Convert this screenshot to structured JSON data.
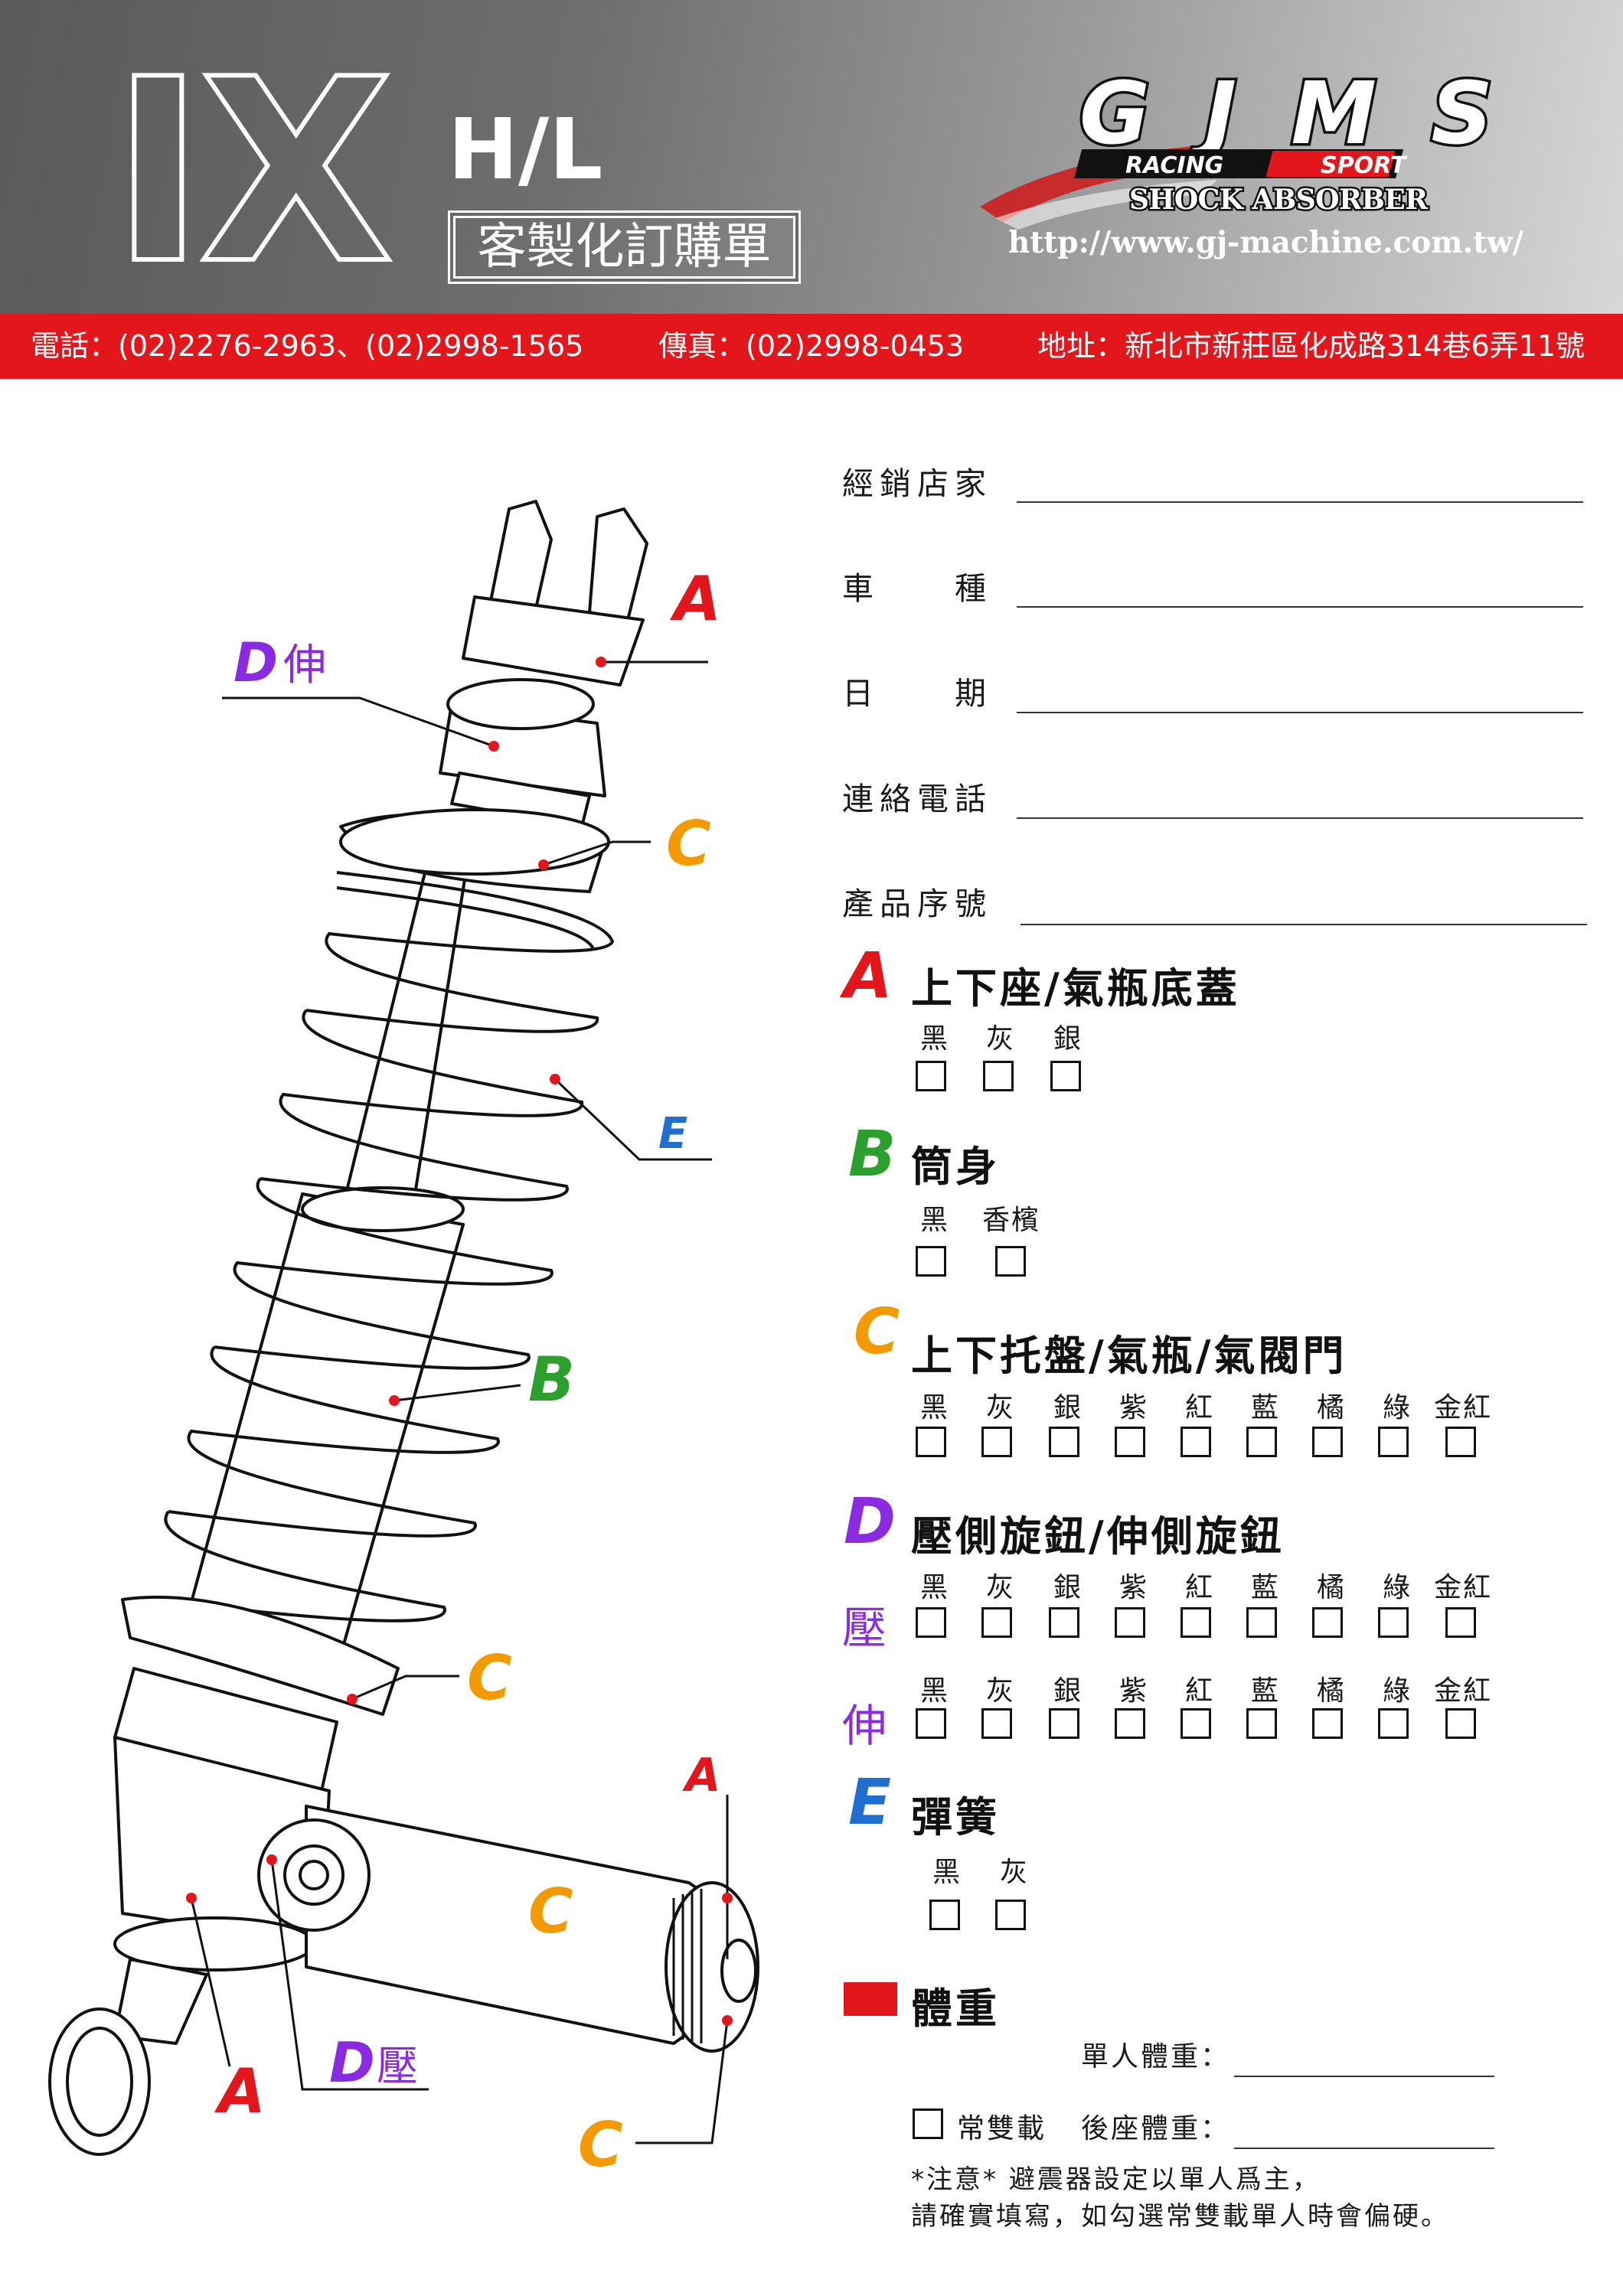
{
  "header": {
    "model": "IX",
    "variant": "H/L",
    "title": "客製化訂購單",
    "url": "http://www.gj-machine.com.tw/",
    "logo": {
      "main": "GJMS",
      "sub1": "RACING",
      "sub2": "SPORT",
      "sub3": "SHOCK ABSORBER"
    }
  },
  "contact": {
    "phone": "電話：(02)2276-2963、(02)2998-1565",
    "fax": "傳真：(02)2998-0453",
    "address": "地址：新北市新莊區化成路314巷6弄11號"
  },
  "diagram": {
    "labels": {
      "a_top": "A",
      "d_ext_letter": "D",
      "d_ext_word": "伸",
      "c_top": "C",
      "e": "E",
      "b": "B",
      "c_mid": "C",
      "a_small": "A",
      "c_body": "C",
      "d_comp_letter": "D",
      "d_comp_word": "壓",
      "a_bottom": "A",
      "c_bottom": "C"
    }
  },
  "form": {
    "fields": [
      {
        "label": "經銷店家",
        "value": ""
      },
      {
        "label": "車　　種",
        "value": ""
      },
      {
        "label": "日　　期",
        "value": ""
      },
      {
        "label": "連絡電話",
        "value": ""
      },
      {
        "label": "產品序號",
        "value": ""
      }
    ],
    "sections": {
      "a": {
        "letter": "A",
        "title": "上下座/氣瓶底蓋",
        "options": [
          "黑",
          "灰",
          "銀"
        ]
      },
      "b": {
        "letter": "B",
        "title": "筒身",
        "options": [
          "黑",
          "香檳"
        ]
      },
      "c": {
        "letter": "C",
        "title": "上下托盤/氣瓶/氣閥門",
        "options": [
          "黑",
          "灰",
          "銀",
          "紫",
          "紅",
          "藍",
          "橘",
          "綠",
          "金紅"
        ]
      },
      "d": {
        "letter": "D",
        "title": "壓側旋鈕/伸側旋鈕",
        "options": [
          "黑",
          "灰",
          "銀",
          "紫",
          "紅",
          "藍",
          "橘",
          "綠",
          "金紅"
        ],
        "row1": "壓",
        "row2": "伸"
      },
      "e": {
        "letter": "E",
        "title": "彈簧",
        "options": [
          "黑",
          "灰"
        ]
      },
      "weight": {
        "title": "體重"
      }
    },
    "weight": {
      "single_label": "單人體重：",
      "double_check": "常雙載",
      "passenger_label": "後座體重：",
      "note1": "*注意*  避震器設定以單人爲主，",
      "note2": "請確實填寫，如勾選常雙載單人時會偏硬。"
    }
  },
  "colors": {
    "red": "#e3161b",
    "green": "#2ca02c",
    "orange": "#f39a00",
    "purple": "#8a2be2",
    "blue": "#1f6fd1"
  }
}
